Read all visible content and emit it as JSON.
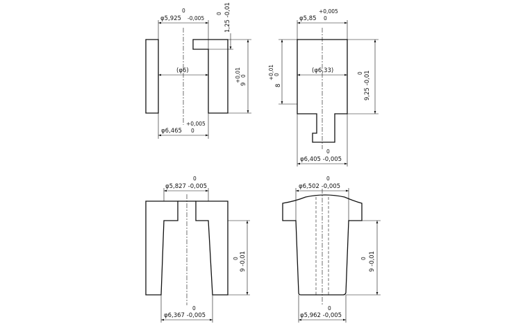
{
  "view1": {
    "top_dia": "φ5,925",
    "top_dia_tol_upper": "0",
    "top_dia_tol_lower": "-0,005",
    "step_depth": "1,25",
    "step_depth_tol_upper": "0",
    "step_depth_tol_lower": "-0,01",
    "bore_ref": "(φ6)",
    "height": "9",
    "height_tol_upper": "+0,01",
    "height_tol_lower": "0",
    "bottom_dia": "φ6,465",
    "bottom_dia_tol_upper": "+0,005",
    "bottom_dia_tol_lower": "0"
  },
  "view2": {
    "top_dia": "φ5,85",
    "top_dia_tol_upper": "+0,005",
    "top_dia_tol_lower": "0",
    "body_height": "8",
    "body_height_tol_upper": "+0,01",
    "body_height_tol_lower": "0",
    "mid_ref": "(φ6,33)",
    "total_height": "9,25",
    "total_height_tol_upper": "0",
    "total_height_tol_lower": "-0,01",
    "bottom_dia": "φ6,405",
    "bottom_dia_tol_upper": "0",
    "bottom_dia_tol_lower": "-0,005"
  },
  "view3": {
    "top_dia": "φ5,827",
    "top_dia_tol_upper": "0",
    "top_dia_tol_lower": "-0,005",
    "height": "9",
    "height_tol_upper": "0",
    "height_tol_lower": "-0,01",
    "bottom_dia": "φ6,367",
    "bottom_dia_tol_upper": "0",
    "bottom_dia_tol_lower": "-0,005"
  },
  "view4": {
    "top_dia": "φ6,502",
    "top_dia_tol_upper": "0",
    "top_dia_tol_lower": "-0,005",
    "height": "9",
    "height_tol_upper": "0",
    "height_tol_lower": "-0,01",
    "bottom_dia": "φ5,962",
    "bottom_dia_tol_upper": "0",
    "bottom_dia_tol_lower": "-0,005"
  }
}
